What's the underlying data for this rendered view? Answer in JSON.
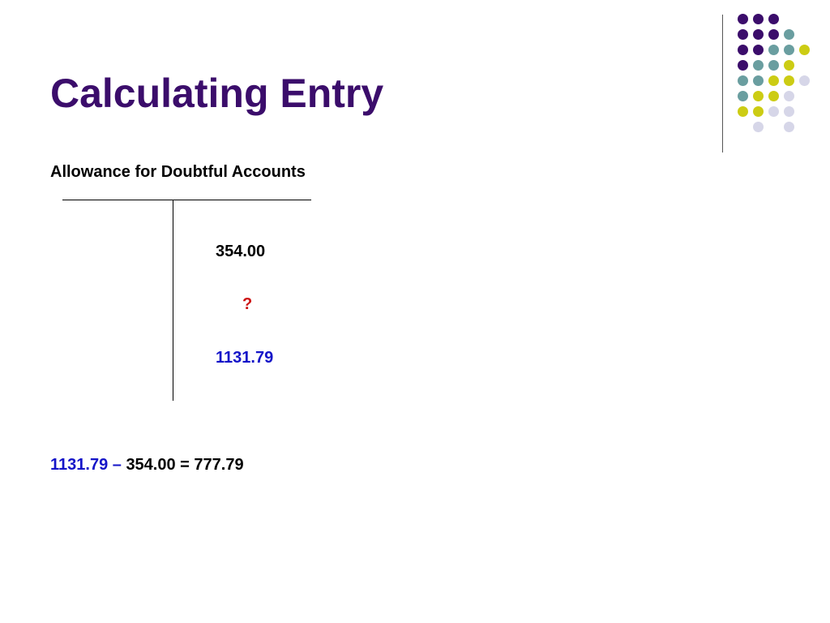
{
  "slide": {
    "title": "Calculating Entry",
    "subtitle": "Allowance for Doubtful Accounts",
    "t_account": {
      "credit_entries": [
        "354.00",
        "?",
        "1131.79"
      ]
    },
    "calculation": {
      "part_blue": "1131.79 –",
      "part_black": "354.00 = 777.79"
    }
  },
  "colors": {
    "title": "#3b0d6b",
    "purple": "#3b0d6b",
    "teal": "#6a9ea0",
    "yellow": "#cccc14",
    "lavender": "#d6d6e8",
    "red": "#cc1111",
    "blue": "#1414c8"
  },
  "decoration": {
    "dot_grid": [
      [
        "purple",
        "purple",
        "purple",
        null,
        null
      ],
      [
        "purple",
        "purple",
        "purple",
        "teal",
        null
      ],
      [
        "purple",
        "purple",
        "teal",
        "teal",
        "yellow"
      ],
      [
        "purple",
        "teal",
        "teal",
        "yellow",
        null
      ],
      [
        "teal",
        "teal",
        "yellow",
        "yellow",
        "lavender"
      ],
      [
        "teal",
        "yellow",
        "yellow",
        "lavender",
        null
      ],
      [
        "yellow",
        "yellow",
        "lavender",
        "lavender",
        null
      ],
      [
        null,
        "lavender",
        null,
        "lavender",
        null
      ]
    ]
  }
}
